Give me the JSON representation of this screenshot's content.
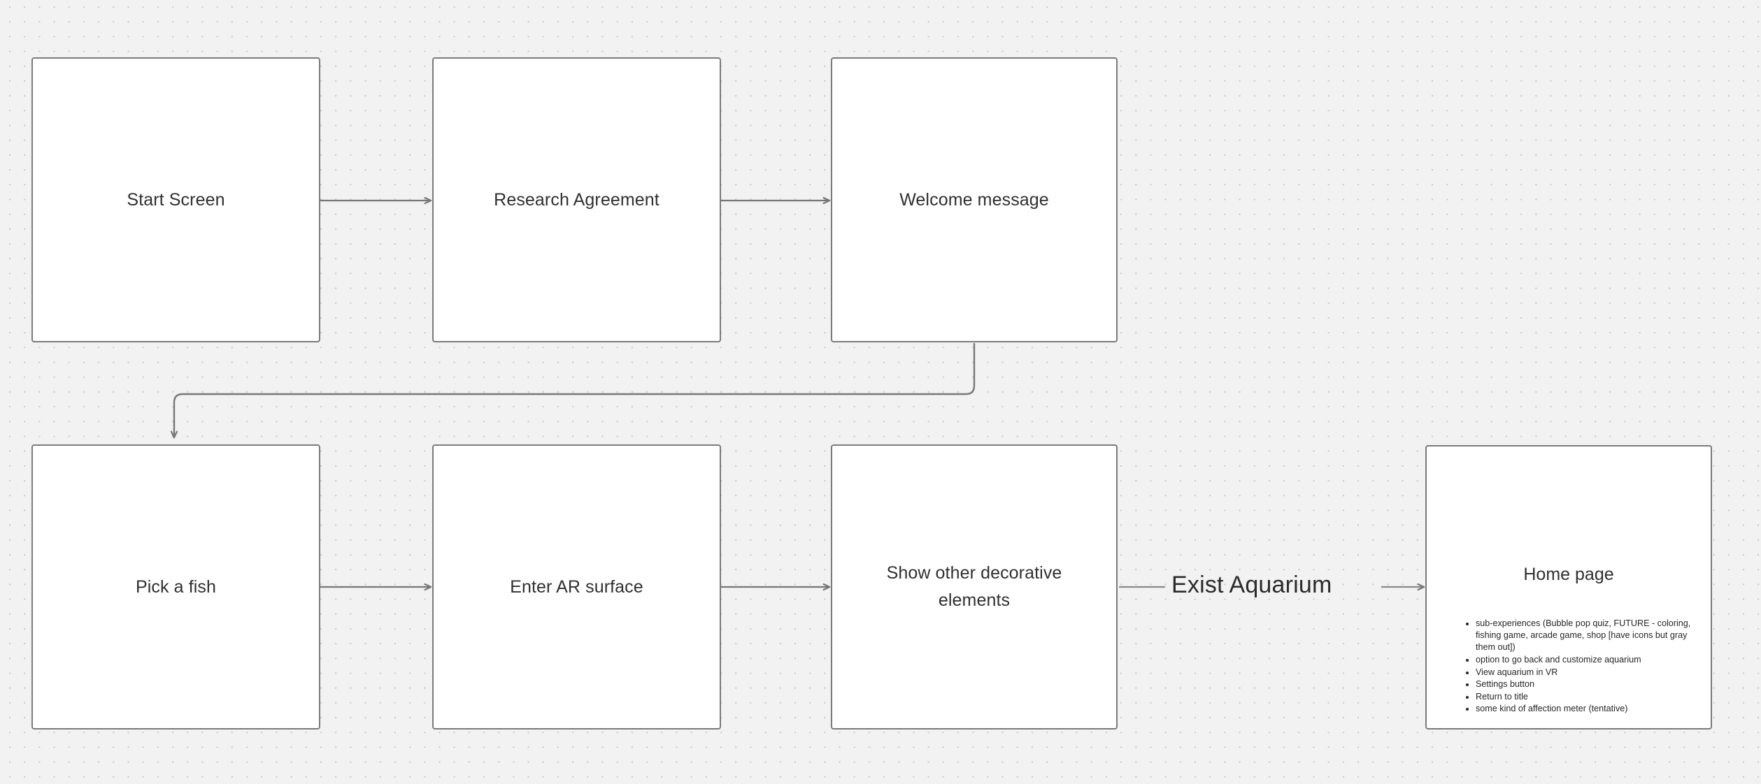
{
  "canvas": {
    "background_color": "#f2f2f2",
    "dot_color": "#c9c9c9",
    "node_border_color": "#7a7a7a",
    "node_fill_color": "#ffffff",
    "connector_color": "#777777",
    "text_color": "#303030"
  },
  "nodes": [
    {
      "id": "start-screen",
      "label": "Start Screen"
    },
    {
      "id": "research-agreement",
      "label": "Research Agreement"
    },
    {
      "id": "welcome-message",
      "label": "Welcome message"
    },
    {
      "id": "pick-a-fish",
      "label": "Pick a fish"
    },
    {
      "id": "enter-ar-surface",
      "label": "Enter AR surface"
    },
    {
      "id": "show-decorative",
      "label": "Show other decorative\nelements"
    },
    {
      "id": "home-page",
      "label": "Home page"
    }
  ],
  "free_text": [
    {
      "id": "exist-aquarium",
      "label": "Exist Aquarium"
    }
  ],
  "home_page": {
    "title": "Home page",
    "bullets": [
      "sub-experiences (Bubble pop quiz, FUTURE - coloring, fishing game, arcade game, shop [have icons but gray them out])",
      "option to go back and customize aquarium",
      "View aquarium in VR",
      "Settings button",
      "Return to title",
      "some kind of affection meter (tentative)"
    ]
  },
  "connectors": [
    {
      "id": "start-to-research",
      "from": "start-screen",
      "to": "research-agreement",
      "style": "straight-arrow"
    },
    {
      "id": "research-to-welcome",
      "from": "research-agreement",
      "to": "welcome-message",
      "style": "straight-arrow"
    },
    {
      "id": "welcome-to-pick",
      "from": "welcome-message",
      "to": "pick-a-fish",
      "style": "elbow-arrow"
    },
    {
      "id": "pick-to-ar",
      "from": "pick-a-fish",
      "to": "enter-ar-surface",
      "style": "straight-arrow"
    },
    {
      "id": "ar-to-decorative",
      "from": "enter-ar-surface",
      "to": "show-decorative",
      "style": "straight-arrow"
    },
    {
      "id": "decorative-to-exist",
      "from": "show-decorative",
      "to": "exist-aquarium",
      "style": "plain-line"
    },
    {
      "id": "exist-to-home",
      "from": "exist-aquarium",
      "to": "home-page",
      "style": "straight-arrow"
    }
  ]
}
